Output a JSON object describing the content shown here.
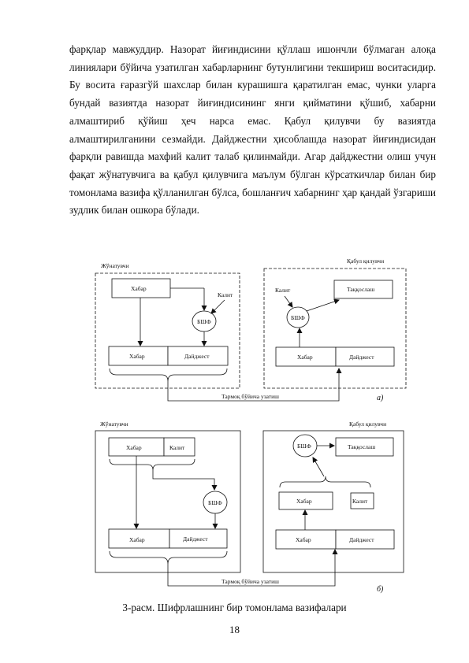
{
  "paragraph": "фарқлар мавжуддир. Назорат йиғиндисини қўллаш ишончли бўлмаган алоқа линиялари бўйича узатилган хабарларнинг бутунлигини текшириш воситасидир. Бу восита ғаразгўй шахслар билан курашишга қаратилган емас, чунки уларга бундай вазиятда назорат йиғиндисининг янги қийматини қўшиб, хабарни алмаштириб қўйиш ҳеч нарса емас. Қабул қилувчи бу вазиятда алмаштирилганини сезмайди. Дайджестни ҳисоблашда назорат йиғиндисидан фарқли равишда махфий калит талаб қилинмайди. Агар дайджестни олиш учун фақат жўнатувчига ва қабул қилувчига маълум бўлган кўрсаткичлар билан бир томонлама вазифа қўлланилган бўлса, бошланғич хабарнинг ҳар қандай ўзгариши зудлик билан ошкора бўлади.",
  "figure": {
    "a": {
      "sender_label": "Жўнатувчи",
      "receiver_label": "Қабул қилувчи",
      "message": "Хабар",
      "key": "Калит",
      "bsh": "БШФ",
      "digest": "Дайджест",
      "compare": "Таққослаш",
      "network": "Тармоқ бўйича узатиш",
      "letter": "а)"
    },
    "b": {
      "sender_label": "Жўнатувчи",
      "receiver_label": "Қабул қилувчи",
      "message": "Хабар",
      "key": "Калит",
      "bsh": "БШФ",
      "digest": "Дайджест",
      "compare": "Таққослаш",
      "network": "Тармоқ бўйича узатиш",
      "letter": "б)"
    }
  },
  "caption": "3-расм. Шифрлашнинг бир томонлама вазифалари",
  "page_number": "18"
}
